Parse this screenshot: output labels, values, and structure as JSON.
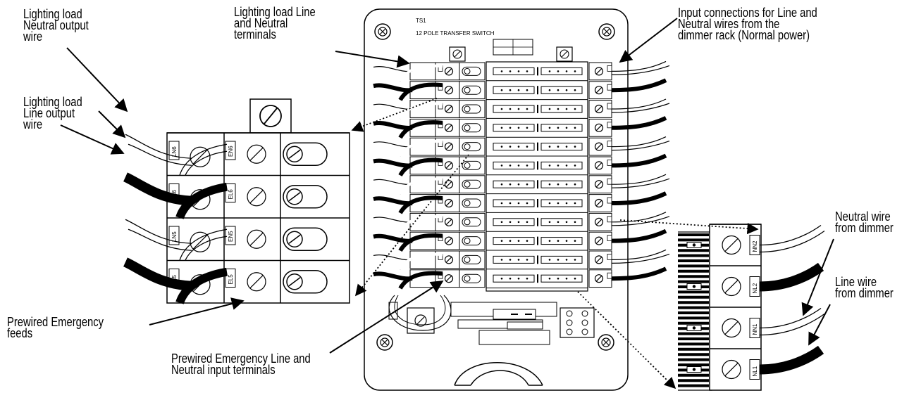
{
  "panel": {
    "id": "TS1",
    "title": "12 POLE TRANSFER SWITCH"
  },
  "callouts": {
    "lighting_neutral_output": [
      "Lighting load",
      "Neutral output",
      "wire"
    ],
    "lighting_line_output": [
      "Lighting load",
      "Line output",
      "wire"
    ],
    "lighting_terminals": [
      "Lighting load Line",
      "and Neutral",
      "terminals"
    ],
    "input_connections": [
      "Input connections for Line and",
      "Neutral wires from the",
      "dimmer rack (Normal power)"
    ],
    "emergency_feeds": [
      "Prewired Emergency",
      "feeds"
    ],
    "emergency_input_terminals": [
      "Prewired Emergency Line and",
      "Neutral input terminals"
    ],
    "neutral_from_dimmer": [
      "Neutral wire",
      "from dimmer"
    ],
    "line_from_dimmer": [
      "Line wire",
      "from dimmer"
    ]
  },
  "left_detail_terminals": [
    {
      "load": "LN6",
      "emergency": "EN6"
    },
    {
      "load": "LL6",
      "emergency": "EL6"
    },
    {
      "load": "LN5",
      "emergency": "EN5"
    },
    {
      "load": "LL5",
      "emergency": "EL5"
    }
  ],
  "right_detail_terminals": [
    "NN2",
    "NL2",
    "NN1",
    "NL1"
  ]
}
